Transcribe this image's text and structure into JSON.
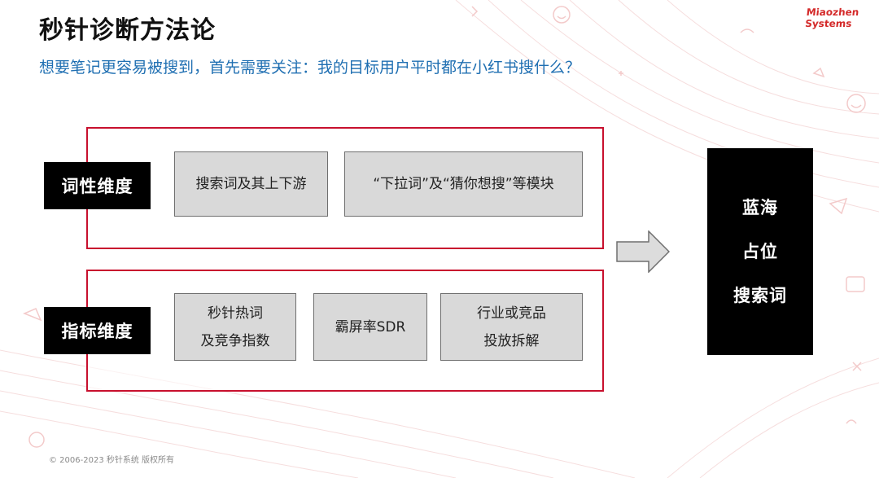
{
  "header": {
    "title": "秒针诊断方法论",
    "subtitle": "想要笔记更容易被搜到，首先需要关注：我的目标用户平时都在小红书搜什么？"
  },
  "logo": {
    "line1": "Miaozhen",
    "line2": "Systems"
  },
  "dimensions": [
    {
      "label": "词性维度",
      "boxes": [
        {
          "lines": [
            "搜索词及其上下游"
          ]
        },
        {
          "lines": [
            "“下拉词”及“猜你想搜”等模块"
          ]
        }
      ]
    },
    {
      "label": "指标维度",
      "boxes": [
        {
          "lines": [
            "秒针热词",
            "及竞争指数"
          ]
        },
        {
          "lines": [
            "霸屏率SDR"
          ]
        },
        {
          "lines": [
            "行业或竞品",
            "投放拆解"
          ]
        }
      ]
    }
  ],
  "result": {
    "lines": [
      "蓝海",
      "占位",
      "搜索词"
    ]
  },
  "footer": {
    "copyright": "© 2006-2023 秒针系统 版权所有"
  },
  "colors": {
    "frame": "#c8102e",
    "subtitle": "#1f6fb2",
    "label_bg": "#000000",
    "box_bg": "#d9d9d9",
    "logo": "#d42a2a"
  }
}
